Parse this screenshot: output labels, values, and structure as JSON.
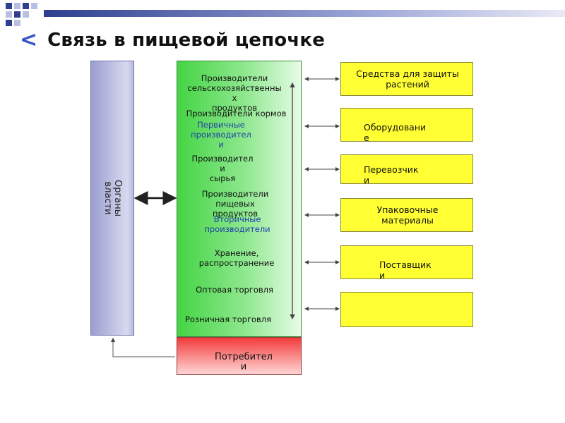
{
  "slide": {
    "title_arrow": "<",
    "title": "Связь в пищевой цепочке"
  },
  "authorities": {
    "label": "Органы\nвласти"
  },
  "chain": {
    "producers_agri": "Производители\nсельскохозяйственны\nх\nпродуктов",
    "producers_feed": "Производители кормов",
    "primary_producers": "Первичные\nпроизводител\nи",
    "producers_raw": "Производител\nи\nсырья",
    "producers_food": "Производители\nпищевых\nпродуктов",
    "secondary_producers": "Вторичные\nпроизводители",
    "storage": "Хранение,\nраспространение",
    "wholesale": "Оптовая торговля",
    "retail": "Розничная торговля"
  },
  "consumer": {
    "label": "Потребител\nи"
  },
  "side_boxes": {
    "plant_protection": "Средства для защиты\nрастений",
    "equipment": "Оборудовани\nе",
    "carriers": "Перевозчик\nи",
    "packaging": "Упаковочные\nматериалы",
    "suppliers": "Поставщик\nи",
    "empty": ""
  },
  "colors": {
    "accent_blue": "#2e3f8f",
    "chain_green": "#44d444",
    "consumer_red": "#f23b3b",
    "box_yellow": "#ffff33",
    "authority_lavender": "#9a9ed0"
  }
}
